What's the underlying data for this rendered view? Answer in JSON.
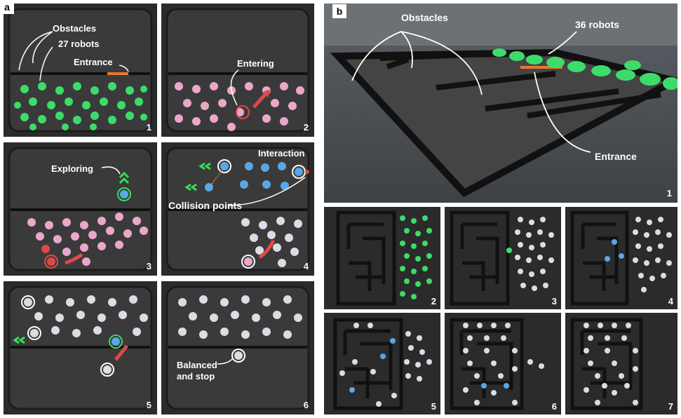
{
  "figure": {
    "panel_a_label": "a",
    "panel_b_label": "b"
  },
  "colors": {
    "robot_green": "#3ddc6a",
    "robot_pink": "#e9a8c9",
    "robot_blue": "#5aa7e8",
    "entrance_orange": "#e8772e",
    "highlight_green": "#33dd55",
    "highlight_red": "#e04848",
    "highlight_blue": "#2f6fe0"
  },
  "panel_a": {
    "frames": [
      {
        "number": "1",
        "annotations": {
          "obstacles": "Obstacles",
          "robots": "27 robots",
          "entrance": "Entrance"
        }
      },
      {
        "number": "2",
        "annotations": {
          "entering": "Entering"
        }
      },
      {
        "number": "3",
        "annotations": {
          "exploring": "Exploring"
        }
      },
      {
        "number": "4",
        "annotations": {
          "interaction": "Interaction",
          "collision": "Collision points"
        }
      },
      {
        "number": "5",
        "annotations": {}
      },
      {
        "number": "6",
        "annotations": {
          "balanced": "Balanced",
          "stop": "and stop"
        }
      }
    ]
  },
  "panel_b": {
    "main": {
      "number": "1",
      "annotations": {
        "obstacles": "Obstacles",
        "robots": "36 robots",
        "entrance": "Entrance"
      }
    },
    "frames": [
      {
        "number": "2"
      },
      {
        "number": "3"
      },
      {
        "number": "4"
      },
      {
        "number": "5"
      },
      {
        "number": "6"
      },
      {
        "number": "7"
      }
    ]
  }
}
